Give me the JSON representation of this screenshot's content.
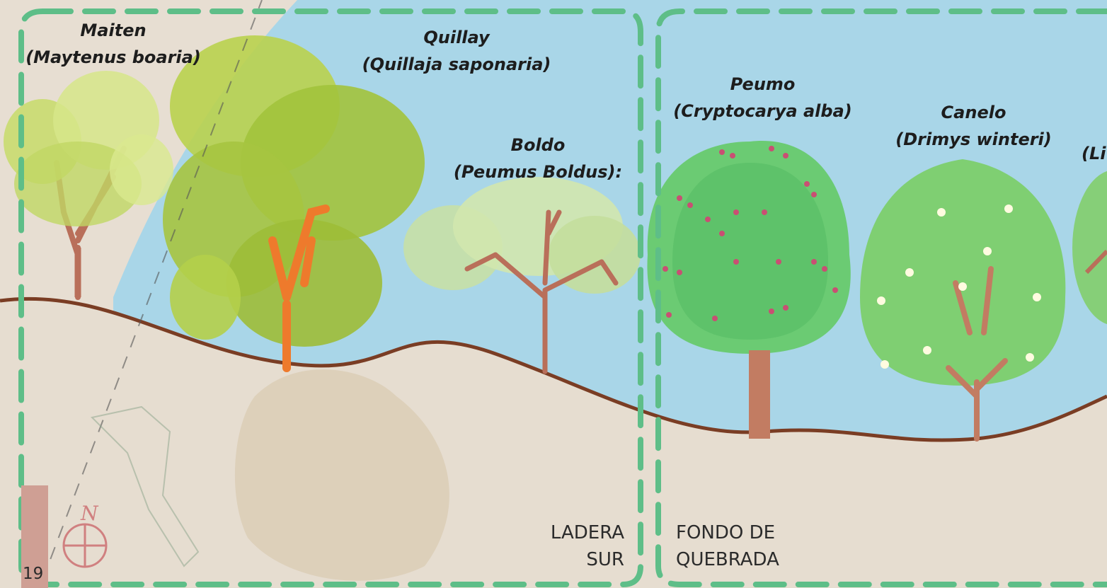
{
  "labels": {
    "maiten": {
      "common": "Maiten",
      "scientific": "(Maytenus boaria)"
    },
    "quillay": {
      "common": "Quillay",
      "scientific": "(Quillaja saponaria)"
    },
    "boldo": {
      "common": "Boldo",
      "scientific": "(Peumus Boldus):"
    },
    "peumo": {
      "common": "Peumo",
      "scientific": "(Cryptocarya alba)"
    },
    "canelo": {
      "common": "Canelo",
      "scientific": "(Drimys winteri)"
    },
    "cut_off": "(Li"
  },
  "zones": {
    "ladera_line1": "LADERA",
    "ladera_line2": "SUR",
    "fondo_line1": "FONDO DE",
    "fondo_line2": "QUEBRADA"
  },
  "page_number": "19",
  "compass_letter": "N",
  "colors": {
    "sky": "#a9d6e8",
    "ground": "#e6ddd0",
    "ground_line": "#7a3d24",
    "dash": "#5ebe88",
    "trunk": "#b96f5a",
    "quillay_trunk": "#ee7a2c",
    "peumo_berry": "#c94f73",
    "canelo_flower": "#fffbe0",
    "page_bar": "#cf9f94"
  }
}
